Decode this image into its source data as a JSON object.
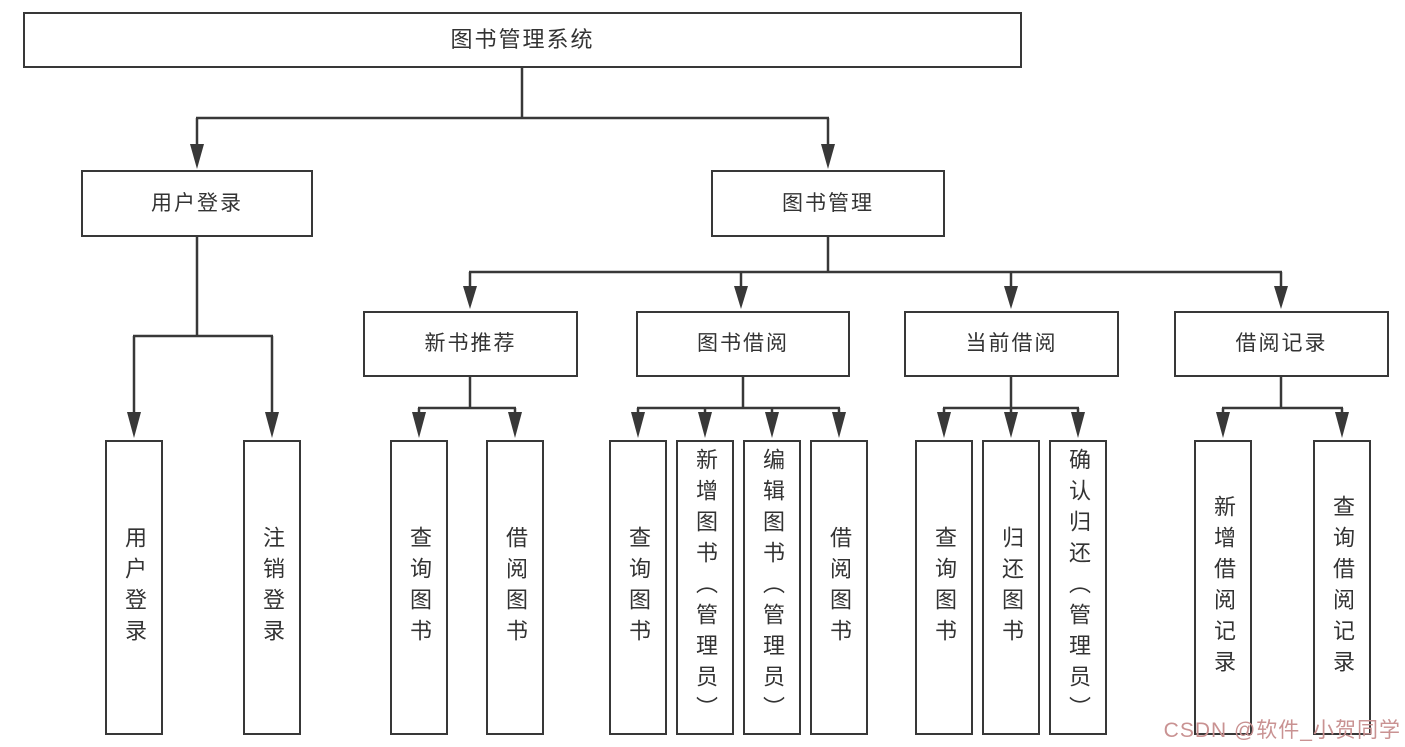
{
  "diagram": {
    "nodes": {
      "root": {
        "label": "图书管理系统"
      },
      "user_login": {
        "label": "用户登录"
      },
      "book_management": {
        "label": "图书管理"
      },
      "new_book_recommend": {
        "label": "新书推荐"
      },
      "book_borrow": {
        "label": "图书借阅"
      },
      "current_borrow": {
        "label": "当前借阅"
      },
      "borrow_records": {
        "label": "借阅记录"
      },
      "leaf_user_login": {
        "label": "用户登录"
      },
      "leaf_logout": {
        "label": "注销登录"
      },
      "leaf_query_book_a": {
        "label": "查询图书"
      },
      "leaf_borrow_book_a": {
        "label": "借阅图书"
      },
      "leaf_query_book_b": {
        "label": "查询图书"
      },
      "leaf_add_book": {
        "label": "新增图书（管理员）"
      },
      "leaf_edit_book": {
        "label": "编辑图书（管理员）"
      },
      "leaf_borrow_book_b": {
        "label": "借阅图书"
      },
      "leaf_query_book_c": {
        "label": "查询图书"
      },
      "leaf_return_book": {
        "label": "归还图书"
      },
      "leaf_confirm_return": {
        "label": "确认归还（管理员）"
      },
      "leaf_add_record": {
        "label": "新增借阅记录"
      },
      "leaf_query_record": {
        "label": "查询借阅记录"
      }
    },
    "hierarchy": {
      "图书管理系统": {
        "用户登录": [
          "用户登录",
          "注销登录"
        ],
        "图书管理": {
          "新书推荐": [
            "查询图书",
            "借阅图书"
          ],
          "图书借阅": [
            "查询图书",
            "新增图书（管理员）",
            "编辑图书（管理员）",
            "借阅图书"
          ],
          "当前借阅": [
            "查询图书",
            "归还图书",
            "确认归还（管理员）"
          ],
          "借阅记录": [
            "新增借阅记录",
            "查询借阅记录"
          ]
        }
      }
    }
  },
  "watermark": {
    "text": "CSDN @软件_小贺同学",
    "color": "#c99292"
  },
  "colors": {
    "line": "#383838",
    "text": "#333333",
    "background": "#ffffff"
  }
}
